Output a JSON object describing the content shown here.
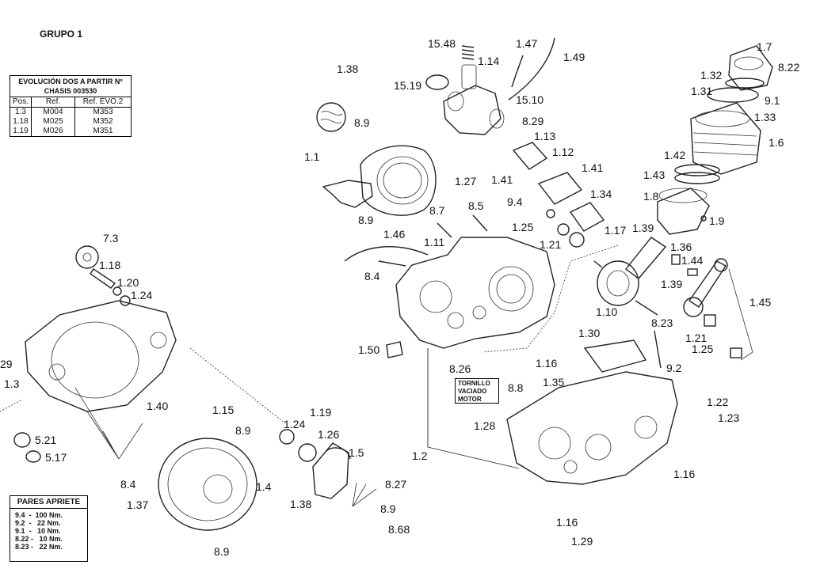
{
  "title": "GRUPO 1",
  "evolution_table": {
    "header": "EVOLUCIÓN DOS A PARTIR Nº CHASIS  003530",
    "columns": [
      "Pos.",
      "Ref.",
      "Ref. EVO.2"
    ],
    "rows": [
      [
        "1.3",
        "M004",
        "M353"
      ],
      [
        "1.18",
        "M025",
        "M352"
      ],
      [
        "1.19",
        "M026",
        "M351"
      ]
    ]
  },
  "torque_box": {
    "title": "PARES APRIETE",
    "rows": [
      "9.4  -  100 Nm.",
      "9.2  -   22 Nm.",
      "9.1  -   10 Nm.",
      "8.22 -   10 Nm.",
      "8.23 -   22 Nm."
    ]
  },
  "note_box": {
    "text_lines": [
      "TORNILLO",
      "VACIADO",
      "MOTOR"
    ]
  },
  "part_labels": [
    "1.38",
    "8.9",
    "1.1",
    "1.27",
    "8.9",
    "15.48",
    "1.47",
    "1.49",
    "15.19",
    "1.14",
    "15.10",
    "8.29",
    "1.13",
    "1.12",
    "1.41",
    "1.41",
    "9.4",
    "1.25",
    "1.21",
    "1.34",
    "1.17",
    "8.7",
    "8.5",
    "1.46",
    "1.11",
    "8.4",
    "1.50",
    "8.26",
    "8.8",
    "1.16",
    "1.7",
    "8.22",
    "1.32",
    "1.31",
    "9.1",
    "1.33",
    "1.6",
    "1.42",
    "1.43",
    "1.8",
    "1.9",
    "1.39",
    "1.36",
    "1.44",
    "1.39",
    "1.45",
    "1.10",
    "8.23",
    "1.21",
    "1.25",
    "9.2",
    "1.30",
    "1.35",
    "1.22",
    "1.23",
    "1.28",
    "1.2",
    "1.16",
    "1.16",
    "1.29",
    "7.3",
    "1.18",
    "1.20",
    "1.24",
    "29",
    "1.3",
    "1.40",
    "1.15",
    "5.21",
    "5.17",
    "8.4",
    "1.37",
    "8.9",
    "1.4",
    "1.38",
    "8.9",
    "1.24",
    "1.19",
    "1.26",
    "1.5",
    "8.27",
    "8.9",
    "8.68"
  ]
}
